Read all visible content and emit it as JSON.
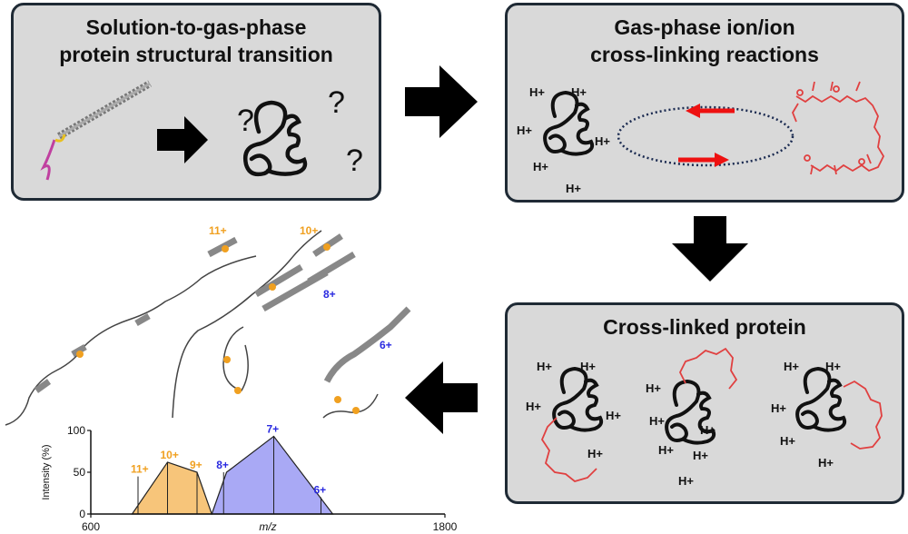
{
  "panels": {
    "top_left": {
      "title_line1": "Solution-to-gas-phase",
      "title_line2": "protein structural transition"
    },
    "top_right": {
      "title_line1": "Gas-phase ion/ion",
      "title_line2": "cross-linking reactions"
    },
    "bottom_right": {
      "title": "Cross-linked protein"
    }
  },
  "charge_labels": {
    "h_plus": "H+",
    "question": "?",
    "structures": [
      "11+",
      "10+",
      "8+",
      "6+"
    ]
  },
  "colors": {
    "panel_fill": "#d9d9d9",
    "panel_border": "#1f2a35",
    "crosslinker_red": "#e04040",
    "arrow_red": "#ee1111",
    "orange_series": "#f7c57a",
    "blue_series": "#a9a9f5"
  },
  "chart_data": {
    "type": "area",
    "xlabel": "m/z",
    "ylabel": "Intensity (%)",
    "xlim": [
      600,
      1800
    ],
    "ylim": [
      0,
      100
    ],
    "x_ticks": [
      "600",
      "1800"
    ],
    "y_ticks": [
      "0",
      "50",
      "100"
    ],
    "series": [
      {
        "color": "#f7c57a",
        "points": [
          [
            740,
            0
          ],
          [
            860,
            62
          ],
          [
            960,
            50
          ],
          [
            1010,
            0
          ]
        ],
        "peaks": [
          {
            "label": "11+",
            "x": 760,
            "y": 45
          },
          {
            "label": "10+",
            "x": 860,
            "y": 62
          },
          {
            "label": "9+",
            "x": 960,
            "y": 50
          }
        ]
      },
      {
        "color": "#a9a9f5",
        "points": [
          [
            1010,
            0
          ],
          [
            1060,
            50
          ],
          [
            1220,
            93
          ],
          [
            1420,
            0
          ]
        ],
        "peaks": [
          {
            "label": "8+",
            "x": 1050,
            "y": 50
          },
          {
            "label": "7+",
            "x": 1220,
            "y": 93
          },
          {
            "label": "6+",
            "x": 1380,
            "y": 20
          }
        ]
      }
    ]
  }
}
